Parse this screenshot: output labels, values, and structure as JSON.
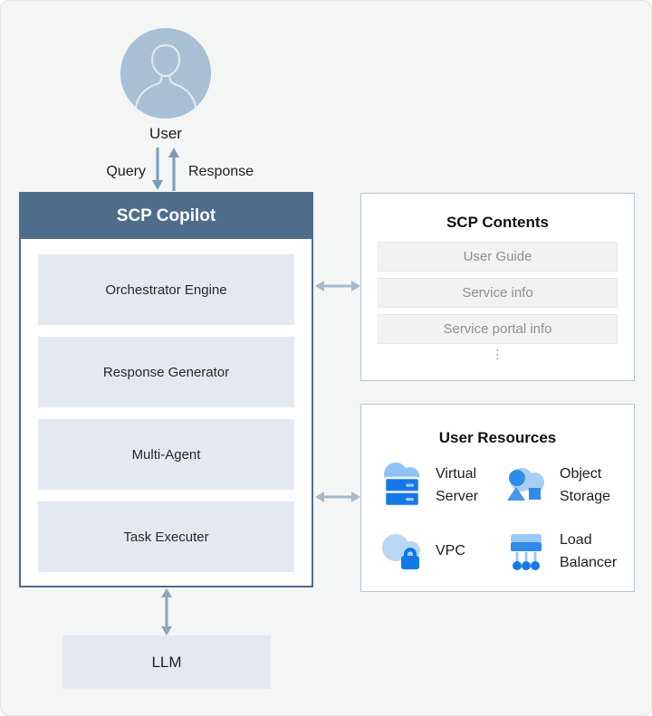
{
  "user": {
    "label": "User"
  },
  "flow": {
    "query_label": "Query",
    "response_label": "Response"
  },
  "copilot": {
    "title": "SCP Copilot",
    "modules": [
      "Orchestrator Engine",
      "Response Generator",
      "Multi-Agent",
      "Task Executer"
    ]
  },
  "contents_panel": {
    "title": "SCP Contents",
    "items": [
      "User Guide",
      "Service info",
      "Service portal info"
    ],
    "more_indicator": "⋮"
  },
  "resources_panel": {
    "title": "User Resources",
    "items": [
      {
        "icon": "virtual-server-icon",
        "label": "Virtual Server"
      },
      {
        "icon": "object-storage-icon",
        "label": "Object Storage"
      },
      {
        "icon": "vpc-icon",
        "label": "VPC"
      },
      {
        "icon": "load-balancer-icon",
        "label": "Load Balancer"
      }
    ]
  },
  "llm": {
    "label": "LLM"
  },
  "colors": {
    "page_background": "#f4f5f5",
    "copilot_header": "#4e6d8b",
    "module_background": "#e4e9f1",
    "panel_border": "#b7c5d3",
    "list_item_background": "#f2f2f2",
    "list_item_text": "#909090",
    "arrow_dark": "#7e9cba",
    "arrow_light": "#a6bacd",
    "icon_blue": "#1678e8",
    "icon_mid_blue": "#2f8ceb",
    "icon_light_blue": "#9cc9f4",
    "avatar_background": "#a9bfd3"
  }
}
